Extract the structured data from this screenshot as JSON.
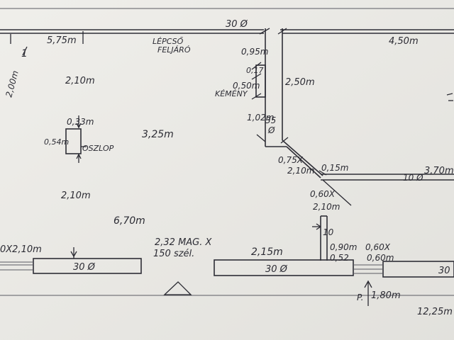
{
  "labels": {
    "top_wall": "30 Ø",
    "dim_575": "5,75m",
    "stairs_line1": "LÉPCSŐ",
    "stairs_line2": "FELJÁRÓ",
    "dim_095": "0,95m",
    "dim_450": "4,50m",
    "mark_1": "1",
    "dim_200": "2,00m",
    "dim_210_a": "2,10m",
    "dim_017": "0,17",
    "dim_050": "0,50m",
    "dim_250": "2,50m",
    "kemeny": "KÉMÉNY",
    "dim_033": "0,33m",
    "dim_102": "1,02m",
    "val_35": "35",
    "val_phi": "Ø",
    "dim_325": "3,25m",
    "dim_054": "0,54m",
    "oszlop": "OSZLOP",
    "dim_075": "0,75X",
    "dim_210_b": "2,10m",
    "dim_015": "0,15m",
    "wall_10": "10 Ø",
    "dim_370": "3,70m",
    "dim_210_c": "2,10m",
    "dim_060_a": "0,60X",
    "dim_210_d": "2,10m",
    "dim_670": "6,70m",
    "wall_10b": "10",
    "opening_left": "0X2,10m",
    "win_1": "2,32 MAG. X",
    "win_2": "150 szél.",
    "dim_215": "2,15m",
    "dim_090": "0,90m",
    "dim_052": "0,52",
    "dim_060_b": "0,60X",
    "dim_060_c": "0,60m",
    "wall_30_a": "30 Ø",
    "wall_30_b": "30 Ø",
    "wall_30_c": "30",
    "p_label": "P.",
    "dim_180": "1,80m",
    "dim_1225": "12,25m"
  }
}
